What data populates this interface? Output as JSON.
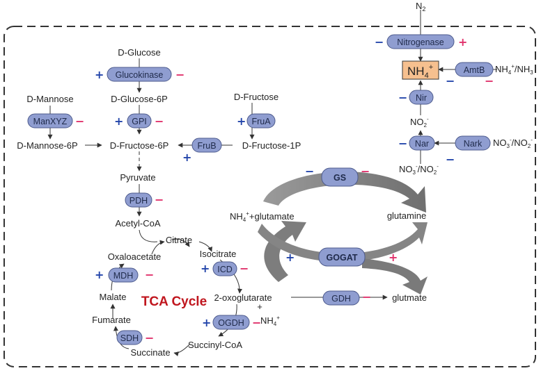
{
  "metabolites": {
    "n2": "N",
    "n2_sub": "2",
    "d_glucose": "D-Glucose",
    "d_glucose_6p": "D-Glucose-6P",
    "d_mannose": "D-Mannose",
    "d_mannose_6p": "D-Mannose-6P",
    "d_fructose": "D-Fructose",
    "d_fructose_6p": "D-Fructose-6P",
    "d_fructose_1p": "D-Fructose-1P",
    "pyruvate": "Pyruvate",
    "acetyl_coa": "Acetyl-CoA",
    "citrate": "Citrate",
    "isocitrate": "Isocitrate",
    "oxaloacetate": "Oxaloacetate",
    "malate": "Malate",
    "fumarate": "Fumarate",
    "succinate": "Succinate",
    "succinyl_coa": "Succinyl-CoA",
    "two_oxoglutarate": "2-oxoglutarate",
    "plus_sign": "+",
    "nh4_plus": "NH",
    "nh4_sub": "4",
    "nh4_sup": "+",
    "nh4_glutamate": "+glutamate",
    "glutamine": "glutamine",
    "glutmate": "glutmate",
    "nh4_nh3_right": "/NH",
    "nh3_sub": "3",
    "no2": "NO",
    "no2_sub": "2",
    "no2_sup": "-",
    "no3": "NO",
    "no3_sub": "3",
    "no3_sup": "-",
    "slash": "/",
    "tca_cycle": "TCA Cycle"
  },
  "enzymes": {
    "glucokinase": "Glucokinase",
    "manxyz": "ManXYZ",
    "gpi": "GPI",
    "frua": "FruA",
    "frub": "FruB",
    "pdh": "PDH",
    "icd": "ICD",
    "mdh": "MDH",
    "ogdh": "OGDH",
    "sdh": "SDH",
    "nitrogenase": "Nitrogenase",
    "amtb": "AmtB",
    "nir": "Nir",
    "nar": "Nar",
    "nark": "Nark",
    "gs": "GS",
    "gogat": "GOGAT",
    "gdh": "GDH"
  },
  "signs": {
    "plus": "+",
    "minus": "−"
  },
  "colors": {
    "pill_fill": "#8f9dd0",
    "plus": "#2244aa",
    "minus": "#e0306a",
    "tca": "#c0161e",
    "nh4_box": "#f6c08f",
    "gs_arrow": "#7f7f7f"
  }
}
